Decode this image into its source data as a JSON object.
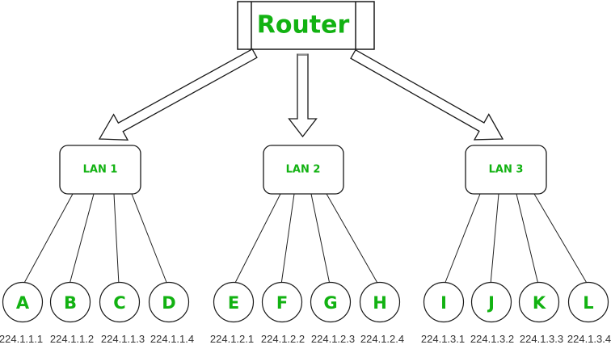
{
  "colors": {
    "label_green": "#12b212",
    "ip_text": "#333333",
    "outline_black": "#1a1a1a",
    "arrow_cap_gray": "#909090",
    "background": "#ffffff"
  },
  "router": {
    "label": "Router"
  },
  "arrows": [
    "router-to-lan1-arrow",
    "router-to-lan2-arrow",
    "router-to-lan3-arrow"
  ],
  "lans": [
    {
      "label": "LAN 1",
      "hosts": [
        {
          "label": "A",
          "ip": "224.1.1.1"
        },
        {
          "label": "B",
          "ip": "224.1.1.2"
        },
        {
          "label": "C",
          "ip": "224.1.1.3"
        },
        {
          "label": "D",
          "ip": "224.1.1.4"
        }
      ]
    },
    {
      "label": "LAN 2",
      "hosts": [
        {
          "label": "E",
          "ip": "224.1.2.1"
        },
        {
          "label": "F",
          "ip": "224.1.2.2"
        },
        {
          "label": "G",
          "ip": "224.1.2.3"
        },
        {
          "label": "H",
          "ip": "224.1.2.4"
        }
      ]
    },
    {
      "label": "LAN 3",
      "hosts": [
        {
          "label": "I",
          "ip": "224.1.3.1"
        },
        {
          "label": "J",
          "ip": "224.1.3.2"
        },
        {
          "label": "K",
          "ip": "224.1.3.3"
        },
        {
          "label": "L",
          "ip": "224.1.3.4"
        }
      ]
    }
  ]
}
